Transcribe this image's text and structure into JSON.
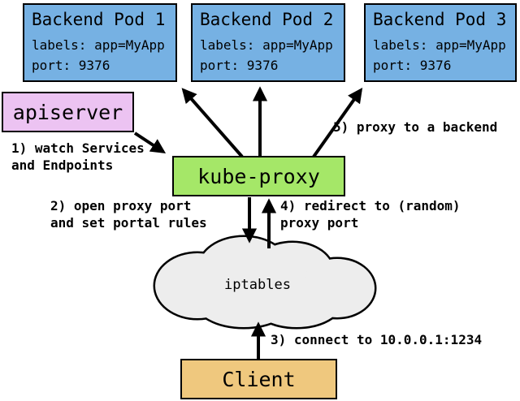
{
  "pods": [
    {
      "title": "Backend Pod 1",
      "labels_line": "labels: app=MyApp",
      "port_line": "port: 9376"
    },
    {
      "title": "Backend Pod 2",
      "labels_line": "labels: app=MyApp",
      "port_line": "port: 9376"
    },
    {
      "title": "Backend Pod 3",
      "labels_line": "labels: app=MyApp",
      "port_line": "port: 9376"
    }
  ],
  "nodes": {
    "apiserver": {
      "label": "apiserver"
    },
    "kube_proxy": {
      "label": "kube-proxy"
    },
    "iptables": {
      "label": "iptables"
    },
    "client": {
      "label": "Client"
    }
  },
  "annotations": {
    "step1": "1) watch Services\nand Endpoints",
    "step2": "2) open proxy port\nand set portal rules",
    "step3": "3) connect to 10.0.0.1:1234",
    "step4": "4) redirect to (random)\nproxy port",
    "step5": "5) proxy to a backend"
  },
  "colors": {
    "pod_blue": "#76b1e3",
    "apiserver_pink": "#ecc3f2",
    "kube_proxy_green": "#a5e768",
    "client_orange": "#efc87e",
    "cloud_gray": "#ededed",
    "arrow_black": "#000000"
  }
}
